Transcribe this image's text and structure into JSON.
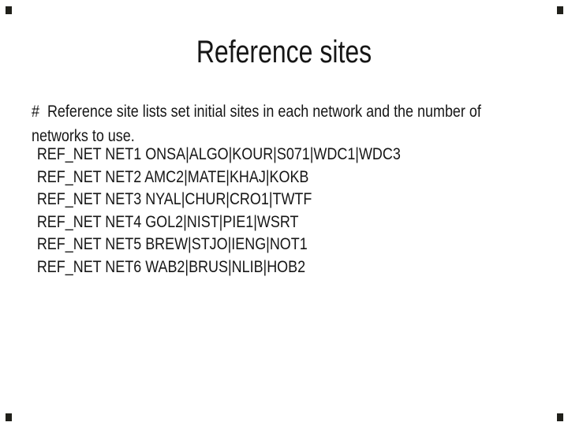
{
  "slide": {
    "title": "Reference sites",
    "comment_line1": "#  Reference site lists set initial sites in each network and the number of",
    "comment_line2": "networks to use.",
    "ref_lines": [
      "REF_NET NET1 ONSA|ALGO|KOUR|S071|WDC1|WDC3",
      "REF_NET NET2 AMC2|MATE|KHAJ|KOKB",
      "REF_NET NET3 NYAL|CHUR|CRO1|TWTF",
      "REF_NET NET4 GOL2|NIST|PIE1|WSRT",
      "REF_NET NET5 BREW|STJO|IENG|NOT1",
      "REF_NET NET6 WAB2|BRUS|NLIB|HOB2"
    ]
  },
  "colors": {
    "background": "#ffffff",
    "text": "#161616",
    "corner_mark": "#20201a"
  }
}
